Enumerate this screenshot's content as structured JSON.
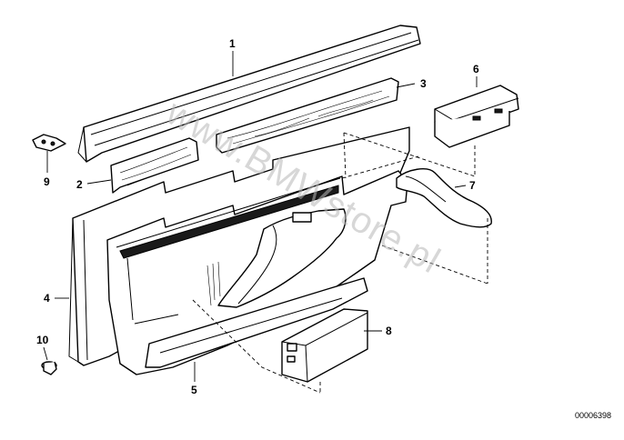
{
  "diagram": {
    "callouts": [
      {
        "id": "1",
        "label": "1"
      },
      {
        "id": "2",
        "label": "2"
      },
      {
        "id": "3",
        "label": "3"
      },
      {
        "id": "4",
        "label": "4"
      },
      {
        "id": "5",
        "label": "5"
      },
      {
        "id": "6",
        "label": "6"
      },
      {
        "id": "7",
        "label": "7"
      },
      {
        "id": "8",
        "label": "8"
      },
      {
        "id": "9",
        "label": "9"
      },
      {
        "id": "10",
        "label": "10"
      }
    ],
    "watermark": "www.BMWstore.pl",
    "image_code": "00006398"
  }
}
